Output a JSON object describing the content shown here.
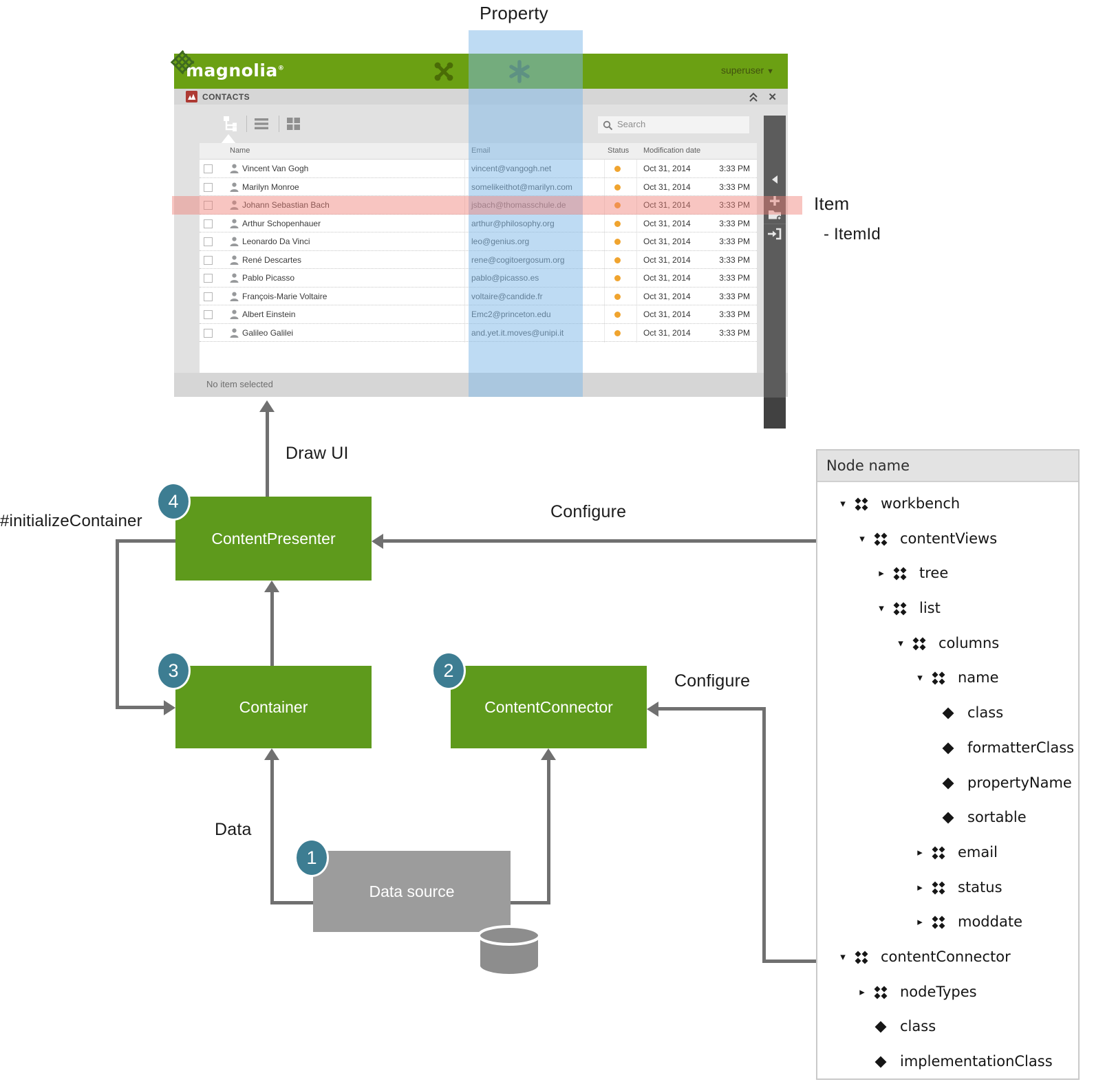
{
  "labels": {
    "property": "Property",
    "item": "Item",
    "item_id": "- ItemId",
    "draw_ui": "Draw UI",
    "initialize_container": "#initializeContainer",
    "configure_presenter": "Configure",
    "configure_connector": "Configure",
    "data_flow": "Data"
  },
  "colors": {
    "magnolia_green": "#6ba013",
    "box_green": "#5e9a1c",
    "badge_teal": "#3d7d92",
    "arrow_gray": "#707070",
    "datasource_gray": "#9c9c9c",
    "highlight_blue": "rgba(125,184,231,0.5)",
    "highlight_pink": "rgba(240,126,118,0.45)",
    "status_dot": "#f0a42f"
  },
  "flow": {
    "boxes": [
      {
        "badge": "4",
        "label": "ContentPresenter"
      },
      {
        "badge": "3",
        "label": "Container"
      },
      {
        "badge": "2",
        "label": "ContentConnector"
      },
      {
        "badge": "1",
        "label": "Data source"
      }
    ]
  },
  "app": {
    "logo": "magnolia",
    "logo_mark": "®",
    "user_menu": "superuser",
    "title_bar": {
      "title": "CONTACTS"
    },
    "toolbar": {
      "search_placeholder": "Search"
    },
    "table": {
      "columns": [
        "Name",
        "Email",
        "Status",
        "Modification date"
      ],
      "highlighted_row": "Johann Sebastian Bach",
      "rows": [
        {
          "name": "Vincent Van Gogh",
          "email": "vincent@vangogh.net",
          "date": "Oct 31, 2014",
          "time": "3:33 PM"
        },
        {
          "name": "Marilyn Monroe",
          "email": "somelikeithot@marilyn.com",
          "date": "Oct 31, 2014",
          "time": "3:33 PM"
        },
        {
          "name": "Johann Sebastian Bach",
          "email": "jsbach@thomasschule.de",
          "date": "Oct 31, 2014",
          "time": "3:33 PM"
        },
        {
          "name": "Arthur Schopenhauer",
          "email": "arthur@philosophy.org",
          "date": "Oct 31, 2014",
          "time": "3:33 PM"
        },
        {
          "name": "Leonardo Da Vinci",
          "email": "leo@genius.org",
          "date": "Oct 31, 2014",
          "time": "3:33 PM"
        },
        {
          "name": "René Descartes",
          "email": "rene@cogitoergosum.org",
          "date": "Oct 31, 2014",
          "time": "3:33 PM"
        },
        {
          "name": "Pablo Picasso",
          "email": "pablo@picasso.es",
          "date": "Oct 31, 2014",
          "time": "3:33 PM"
        },
        {
          "name": "François-Marie Voltaire",
          "email": "voltaire@candide.fr",
          "date": "Oct 31, 2014",
          "time": "3:33 PM"
        },
        {
          "name": "Albert Einstein",
          "email": "Emc2@princeton.edu",
          "date": "Oct 31, 2014",
          "time": "3:33 PM"
        },
        {
          "name": "Galileo Galilei",
          "email": "and.yet.it.moves@unipi.it",
          "date": "Oct 31, 2014",
          "time": "3:33 PM"
        }
      ]
    },
    "status_bar": "No item selected"
  },
  "tree_panel": {
    "header": "Node name",
    "items": [
      {
        "label": "workbench",
        "indent": 0,
        "type": "node",
        "state": "expanded"
      },
      {
        "label": "contentViews",
        "indent": 1,
        "type": "node",
        "state": "expanded"
      },
      {
        "label": "tree",
        "indent": 2,
        "type": "node",
        "state": "collapsed"
      },
      {
        "label": "list",
        "indent": 2,
        "type": "node",
        "state": "expanded"
      },
      {
        "label": "columns",
        "indent": 3,
        "type": "node",
        "state": "expanded"
      },
      {
        "label": "name",
        "indent": 4,
        "type": "node",
        "state": "expanded"
      },
      {
        "label": "class",
        "indent": 4.5,
        "type": "property"
      },
      {
        "label": "formatterClass",
        "indent": 4.5,
        "type": "property"
      },
      {
        "label": "propertyName",
        "indent": 4.5,
        "type": "property"
      },
      {
        "label": "sortable",
        "indent": 4.5,
        "type": "property"
      },
      {
        "label": "email",
        "indent": 4,
        "type": "node",
        "state": "collapsed"
      },
      {
        "label": "status",
        "indent": 4,
        "type": "node",
        "state": "collapsed"
      },
      {
        "label": "moddate",
        "indent": 4,
        "type": "node",
        "state": "collapsed"
      },
      {
        "label": "contentConnector",
        "indent": 0,
        "type": "node",
        "state": "expanded"
      },
      {
        "label": "nodeTypes",
        "indent": 1,
        "type": "node",
        "state": "collapsed"
      },
      {
        "label": "class",
        "indent": 1,
        "type": "property"
      },
      {
        "label": "implementationClass",
        "indent": 1,
        "type": "property"
      }
    ]
  }
}
